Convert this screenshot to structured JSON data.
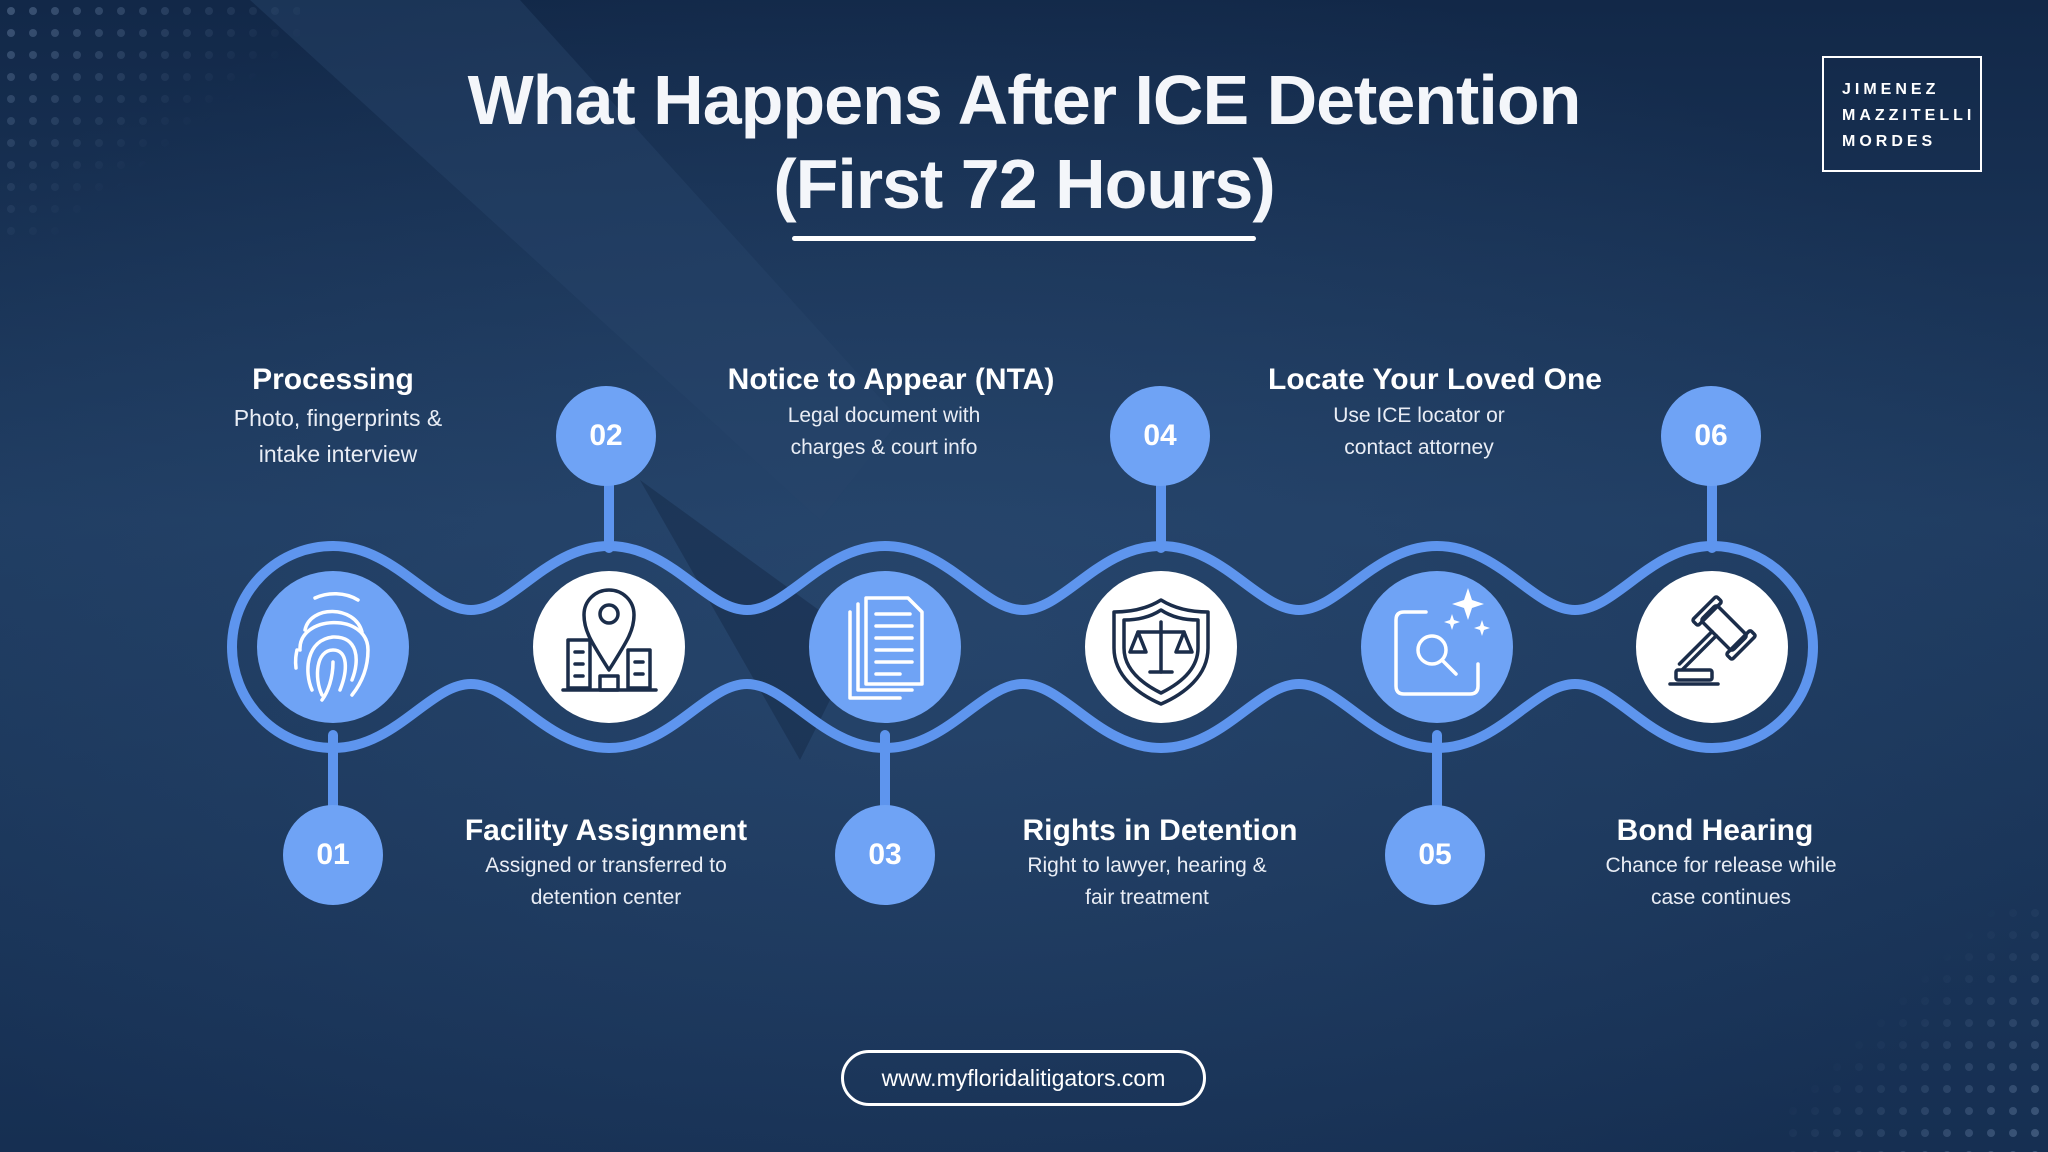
{
  "title": {
    "line1": "What Happens After ICE Detention",
    "line2": "(First 72 Hours)"
  },
  "logo": {
    "lines": [
      "JIMENEZ",
      "MAZZITELLI",
      "MORDES"
    ]
  },
  "steps": [
    {
      "number": "01",
      "title": "Processing",
      "desc_line1": "Photo, fingerprints &",
      "desc_line2": "intake interview",
      "icon": "fingerprint-icon"
    },
    {
      "number": "02",
      "title": "Facility Assignment",
      "desc_line1": "Assigned or transferred to",
      "desc_line2": "detention center",
      "icon": "location-building-icon"
    },
    {
      "number": "03",
      "title": "Notice to Appear (NTA)",
      "desc_line1": "Legal document with",
      "desc_line2": "charges & court info",
      "icon": "document-icon"
    },
    {
      "number": "04",
      "title": "Rights in Detention",
      "desc_line1": "Right to lawyer, hearing &",
      "desc_line2": "fair treatment",
      "icon": "scales-shield-icon"
    },
    {
      "number": "05",
      "title": "Locate Your Loved One",
      "desc_line1": "Use ICE locator or",
      "desc_line2": "contact attorney",
      "icon": "search-sparkle-icon"
    },
    {
      "number": "06",
      "title": "Bond Hearing",
      "desc_line1": "Chance for release while",
      "desc_line2": "case continues",
      "icon": "gavel-icon"
    }
  ],
  "footer": {
    "url": "www.myfloridalitigators.com"
  },
  "colors": {
    "background": "#1b3558",
    "accent": "#6fa3f5",
    "text": "#ffffff"
  }
}
